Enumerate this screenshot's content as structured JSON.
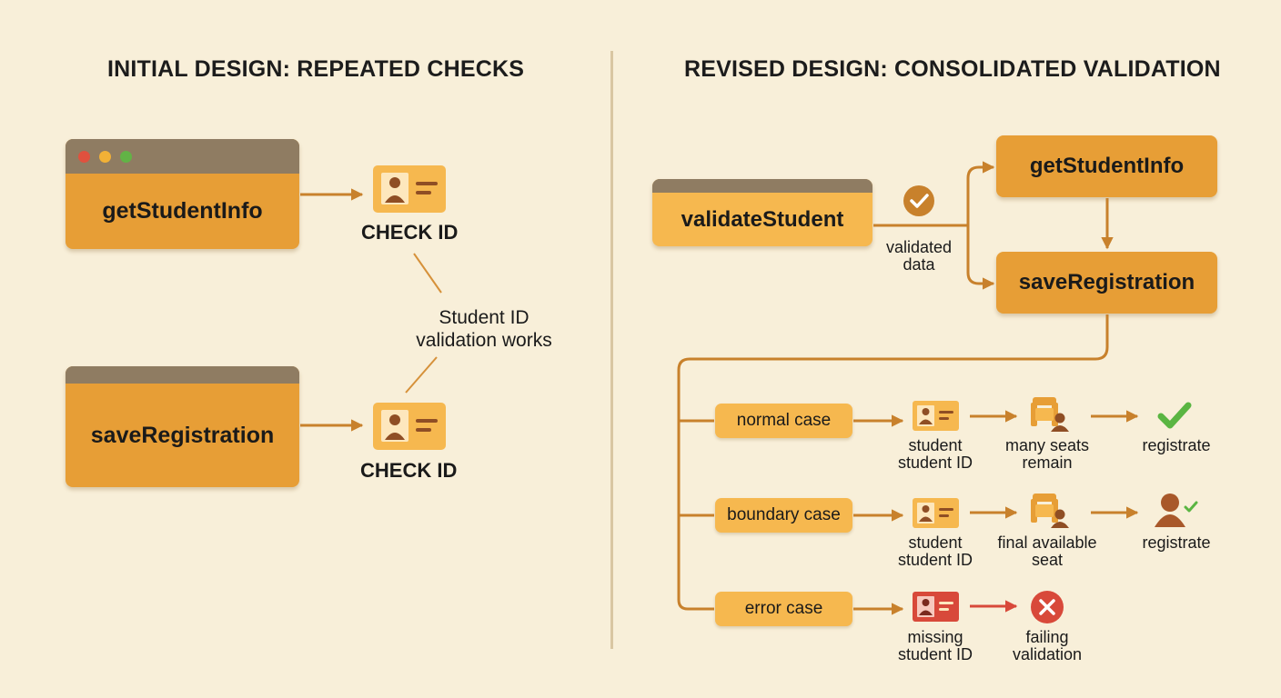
{
  "left": {
    "title": "INITIAL DESIGN: REPEATED CHECKS",
    "win_top": "getStudentInfo",
    "win_bottom": "saveRegistration",
    "check_top": "CHECK ID",
    "check_bottom": "CHECK ID",
    "note": [
      "Student ID",
      "validation works"
    ]
  },
  "right": {
    "title": "REVISED DESIGN: CONSOLIDATED VALIDATION",
    "validate": "validateStudent",
    "validated_data": [
      "validated",
      "data"
    ],
    "get_info": "getStudentInfo",
    "save_reg": "saveRegistration",
    "cases": [
      {
        "label": "normal case",
        "id_label": [
          "student",
          "student ID"
        ],
        "mid_label": [
          "many seats",
          "remain"
        ],
        "end_label": [
          "registrate"
        ],
        "status": "success"
      },
      {
        "label": "boundary case",
        "id_label": [
          "student",
          "student ID"
        ],
        "mid_label": [
          "final available",
          "seat"
        ],
        "end_label": [
          "registrate"
        ],
        "status": "success"
      },
      {
        "label": "error case",
        "id_label": [
          "missing",
          "student ID"
        ],
        "mid_label": [
          "failing",
          "validation"
        ],
        "status": "error"
      }
    ]
  },
  "colors": {
    "background": "#f8efd9",
    "box_orange": "#e79e36",
    "box_light": "#f6b84f",
    "arrow": "#c8812c",
    "window_bar": "#8f7c62",
    "error_red": "#d8493a",
    "success_green": "#5ab542"
  }
}
